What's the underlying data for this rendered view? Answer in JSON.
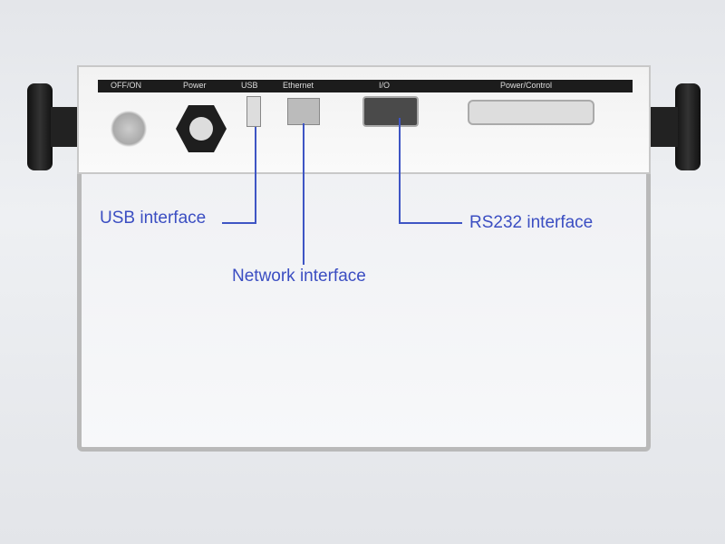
{
  "panel_labels": {
    "off_on": "OFF/ON",
    "power": "Power",
    "usb": "USB",
    "ethernet": "Ethernet",
    "io": "I/O",
    "power_control": "Power/Control"
  },
  "annotations": {
    "usb": "USB interface",
    "network": "Network interface",
    "rs232": "RS232 interface"
  },
  "colors": {
    "annotation": "#3b4ec2",
    "strip": "#1c1c1c"
  }
}
